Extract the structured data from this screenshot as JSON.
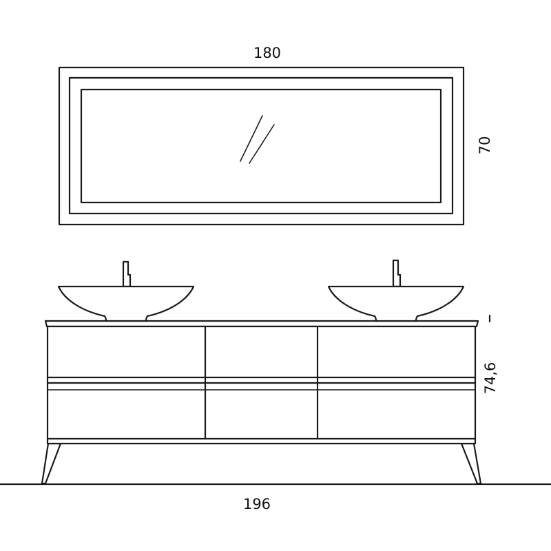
{
  "dimensions": {
    "mirror_width": "180",
    "mirror_height": "70",
    "cabinet_height": "74,6",
    "cabinet_width": "196"
  },
  "colors": {
    "line": "#1a1a1a",
    "background": "#ffffff"
  }
}
